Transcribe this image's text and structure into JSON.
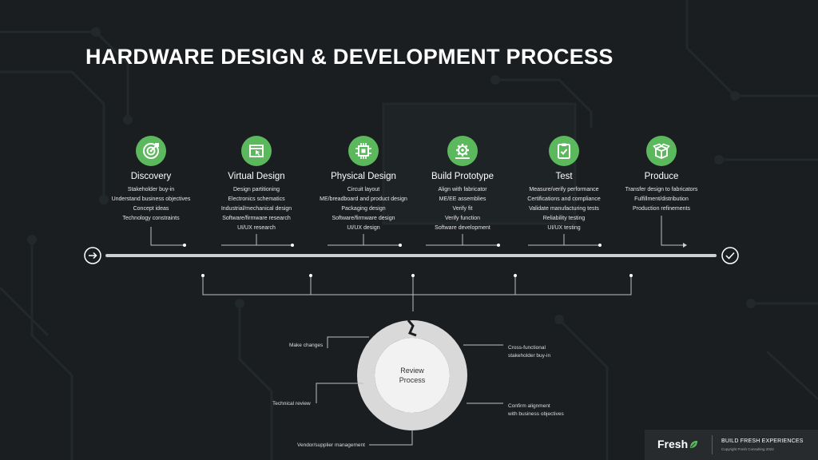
{
  "title": "HARDWARE DESIGN & DEVELOPMENT PROCESS",
  "colors": {
    "background": "#1a1e21",
    "accent": "#5cb85c",
    "timeline": "#cfcfcf",
    "ring": "#d9d9d9",
    "text": "#ffffff"
  },
  "timeline": {
    "start_icon": "arrow-right-circle-icon",
    "end_icon": "check-circle-icon"
  },
  "stages": [
    {
      "icon": "target-icon",
      "title": "Discovery",
      "items": [
        "Stakeholder buy-in",
        "Understand business objectives",
        "Concept ideas",
        "Technology constraints"
      ]
    },
    {
      "icon": "window-cursor-icon",
      "title": "Virtual Design",
      "items": [
        "Design partitioning",
        "Electronics schematics",
        "Industrial/mechanical design",
        "Software/firmware research",
        "UI/UX research"
      ]
    },
    {
      "icon": "chip-icon",
      "title": "Physical Design",
      "items": [
        "Circuit layout",
        "ME/breadboard and product design",
        "Packaging design",
        "Software/firmware design",
        "UI/UX design"
      ]
    },
    {
      "icon": "gear-icon",
      "title": "Build Prototype",
      "items": [
        "Align with fabricator",
        "ME/EE assemblies",
        "Verify fit",
        "Verify function",
        "Software development"
      ]
    },
    {
      "icon": "clipboard-check-icon",
      "title": "Test",
      "items": [
        "Measure/verify performance",
        "Certifications and compliance",
        "Validate manufacturing tests",
        "Reliability testing",
        "UI/UX testing"
      ]
    },
    {
      "icon": "box-icon",
      "title": "Produce",
      "items": [
        "Transfer design to fabricators",
        "Fulfillment/distribution",
        "Production refinements"
      ]
    }
  ],
  "review": {
    "label_line1": "Review",
    "label_line2": "Process",
    "notes": {
      "make_changes": "Make changes",
      "cross_functional_1": "Cross-functional",
      "cross_functional_2": "stakeholder buy-in",
      "technical_review": "Technical review",
      "confirm_1": "Confirm alignment",
      "confirm_2": "with business objectives",
      "vendor": "Vendor/supplier management"
    }
  },
  "footer": {
    "brand": "Fresh",
    "brand_icon": "leaf-icon",
    "tagline": "BUILD FRESH EXPERIENCES",
    "copyright": "Copyright Fresh Consulting 2022"
  }
}
